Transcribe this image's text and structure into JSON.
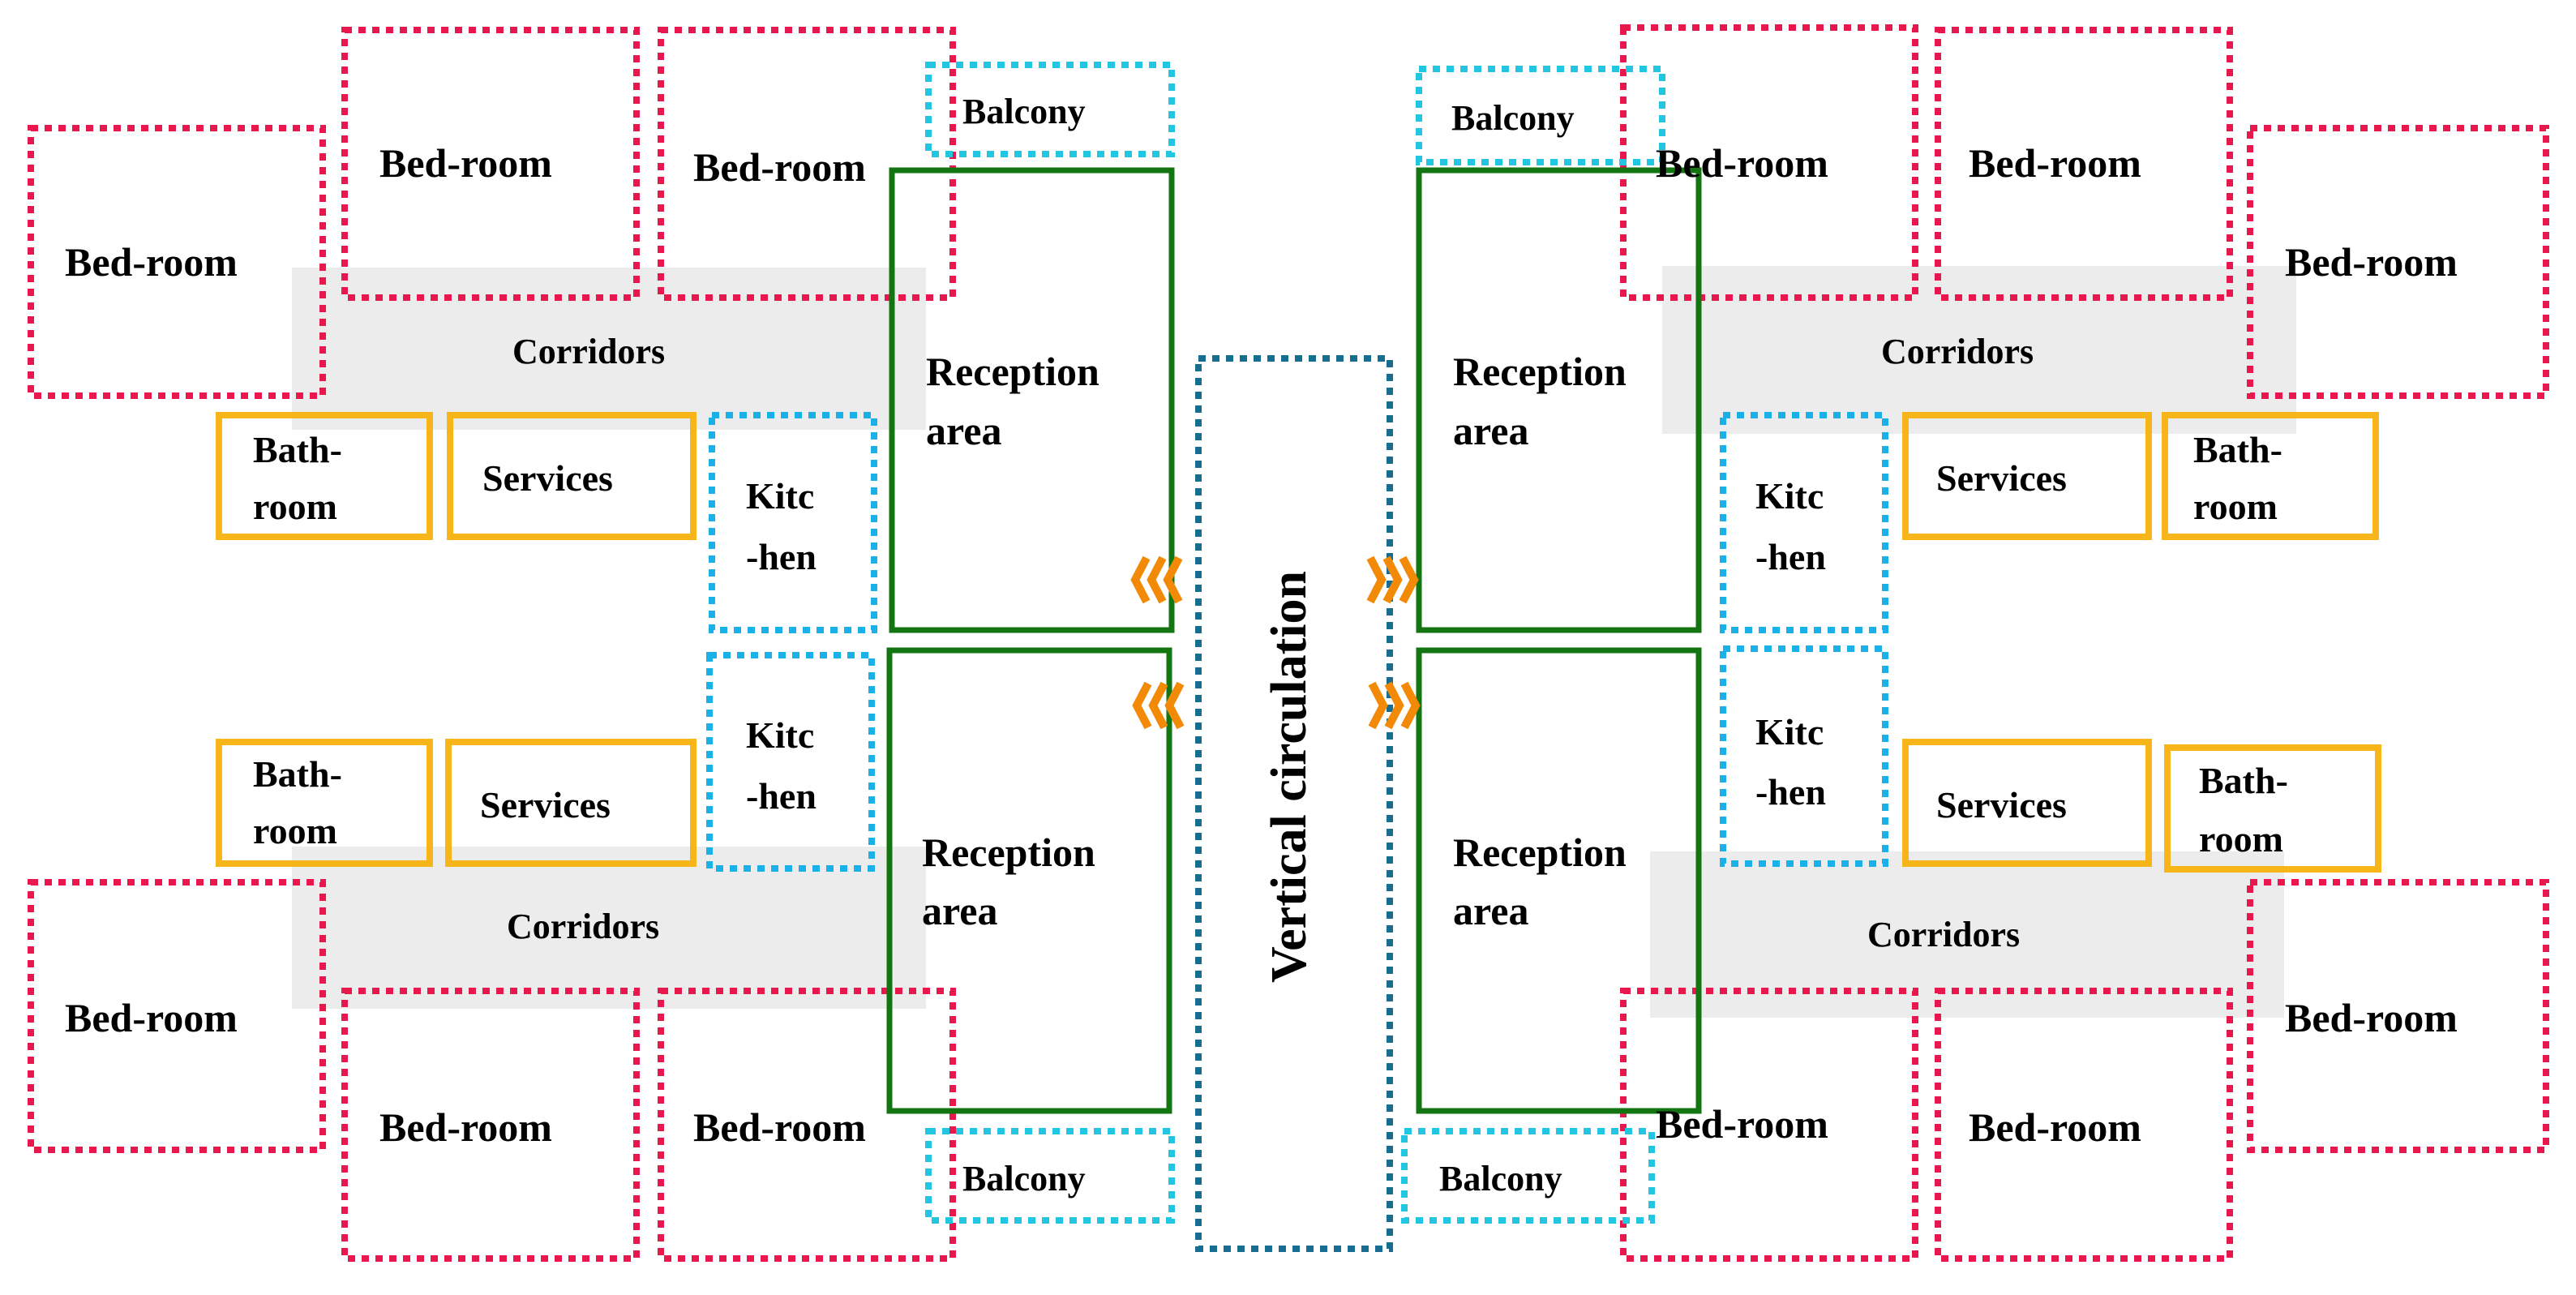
{
  "colors": {
    "bedroom": "#e8184f",
    "balcony": "#22c6e0",
    "kitchen": "#1ab2e6",
    "reception": "#137512",
    "service": "#f7b519",
    "corridor": "#e9e9e9",
    "vertical": "#176d8f",
    "arrow": "#f28a08"
  },
  "labels": {
    "bedroom": "Bed-room",
    "balcony": "Balcony",
    "corridors": "Corridors",
    "bath_line1": "Bath-",
    "bath_line2": "room",
    "services": "Services",
    "kitchen_line1": "Kitc",
    "kitchen_line2": "-hen",
    "reception_line1": "Reception",
    "reception_line2": "area",
    "vertical_circulation": "Vertical circulation"
  },
  "icons": {
    "arrow_left": "left-chevrons-icon",
    "arrow_right": "right-chevrons-icon"
  }
}
